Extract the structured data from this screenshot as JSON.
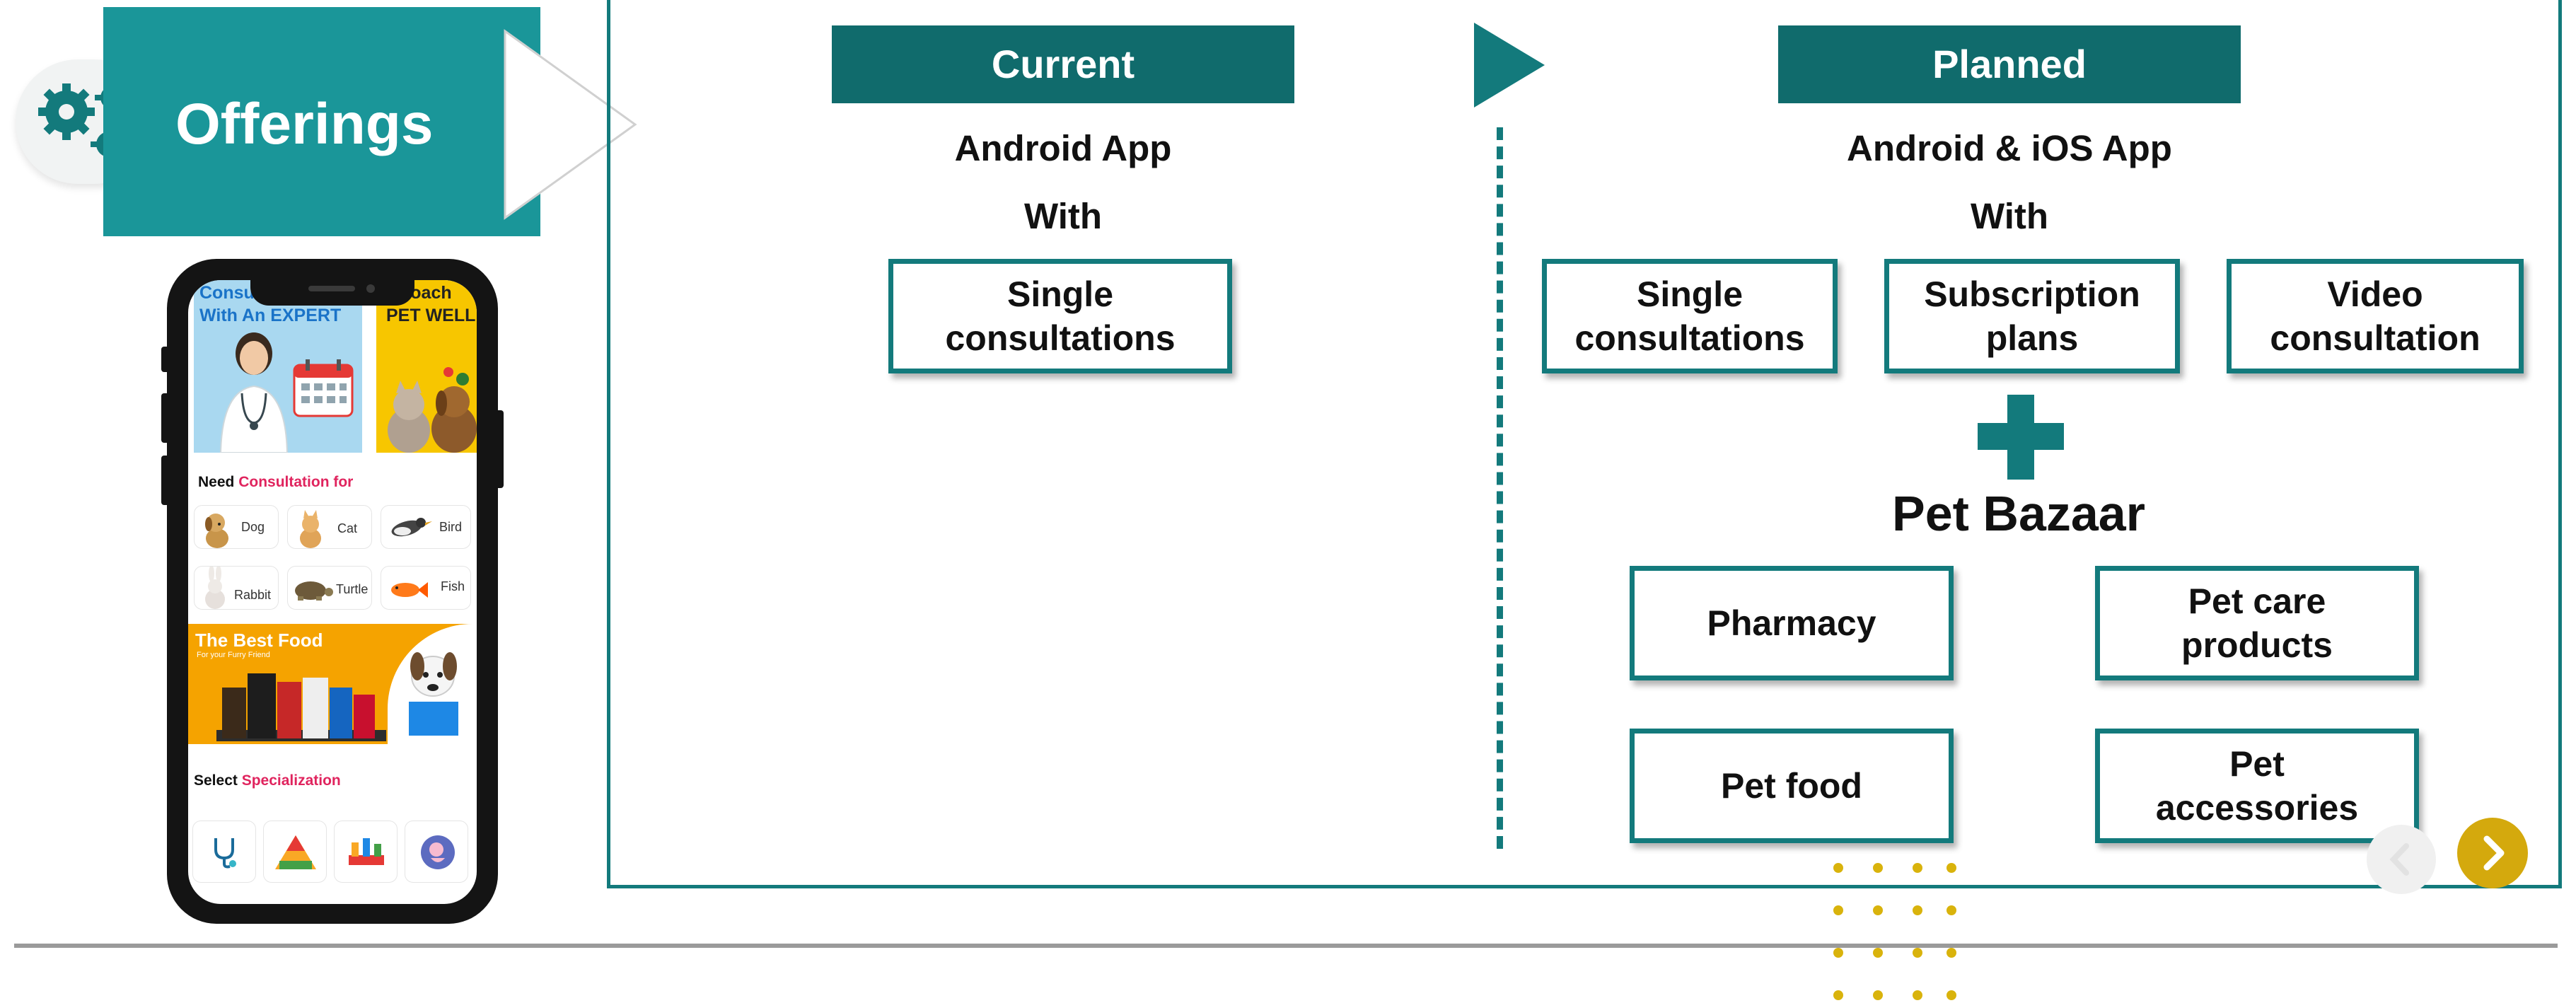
{
  "banner": {
    "title": "Offerings",
    "color": "#1a9699"
  },
  "phone": {
    "promo1_line1": "Consul",
    "promo1_line2": "With An EXPERT",
    "promo2_line1": "pproach",
    "promo2_line2": "PET WELL",
    "consult_heading_pre": "Need",
    "consult_heading_accent": "Consultation for",
    "animals": [
      "Dog",
      "Cat",
      "Bird",
      "Rabbit",
      "Turtle",
      "Fish"
    ],
    "food_title": "The Best Food",
    "food_subtitle": "For your Furry Friend",
    "spec_heading_pre": "Select",
    "spec_heading_accent": "Specialization",
    "accent_color": "#e0245e"
  },
  "current": {
    "header": "Current",
    "platform": "Android App",
    "with": "With",
    "offerings": [
      "Single\nconsultations"
    ]
  },
  "planned": {
    "header": "Planned",
    "platform": "Android & iOS App",
    "with": "With",
    "offerings": [
      "Single\nconsultations",
      "Subscription\nplans",
      "Video\nconsultation"
    ],
    "plus_icon": "plus-icon",
    "bazaar_title": "Pet Bazaar",
    "bazaar_items": [
      "Pharmacy",
      "Pet care\nproducts",
      "Pet food",
      "Pet\naccessories"
    ]
  },
  "colors": {
    "teal_dark": "#106b6c",
    "teal_border": "#137a7c",
    "gold": "#d4a90d"
  }
}
